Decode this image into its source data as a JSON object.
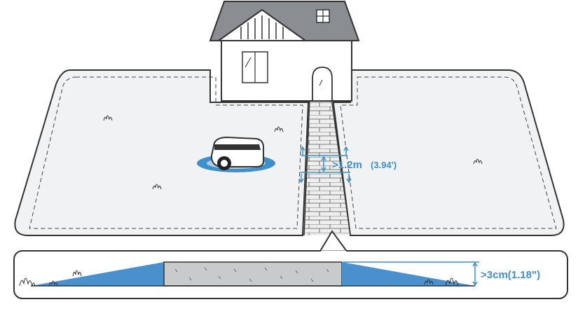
{
  "labels": {
    "path_width_main": ">1.2m",
    "path_width_imperial": "(3.94')",
    "height_difference": ">3cm(1.18\")"
  },
  "icons": {
    "house": "house-icon",
    "mower": "robot-mower-icon",
    "grass": "grass-tuft-icon"
  },
  "colors": {
    "accent": "#3f8fcb",
    "ramp_fill": "#4a90cc",
    "lawn_fill": "#f1f2f4",
    "concrete_fill": "#c9cacc",
    "outline": "#333333",
    "roof": "#8a8d91"
  }
}
